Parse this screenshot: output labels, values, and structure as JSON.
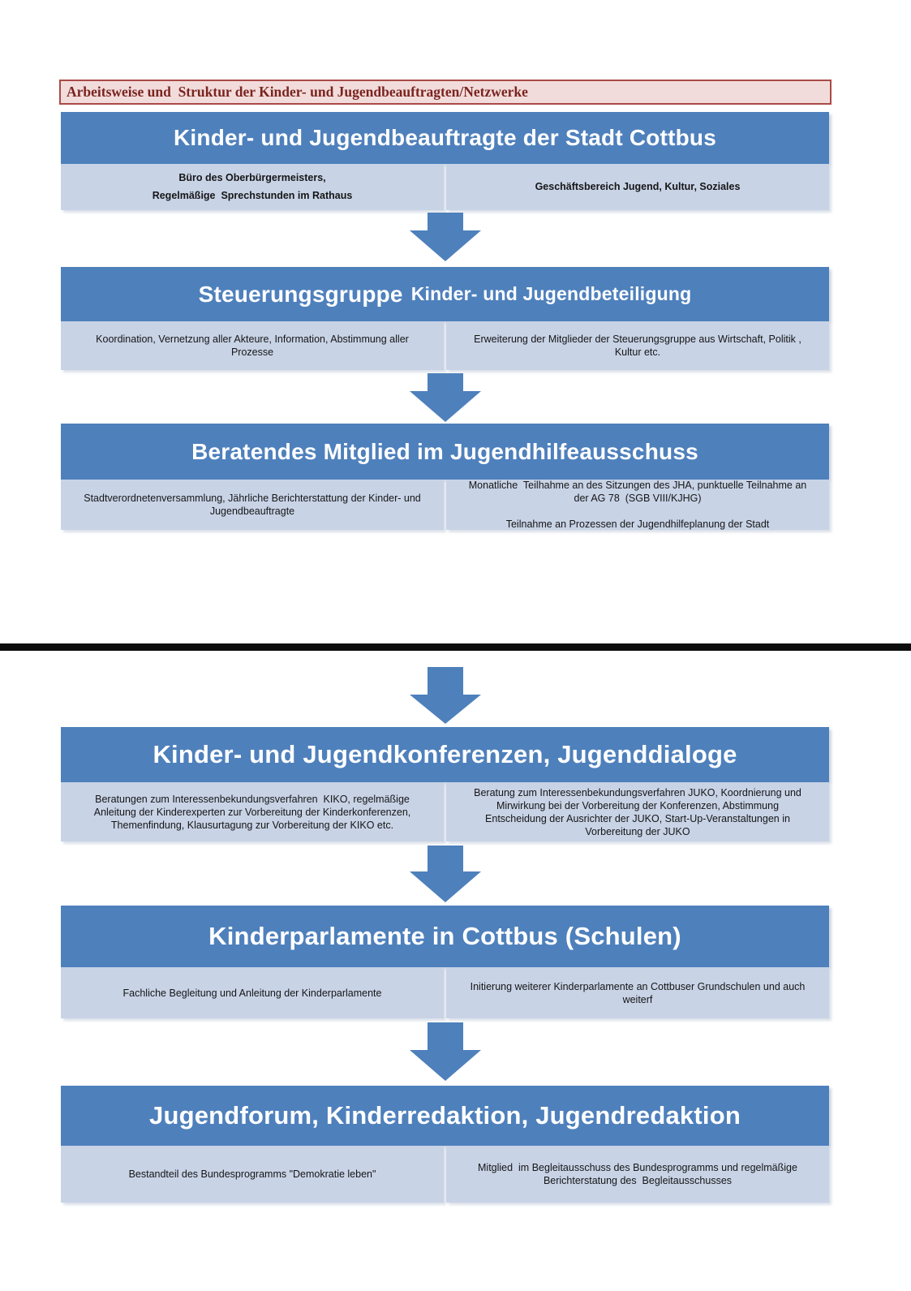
{
  "banner": {
    "title": "Arbeitsweise und  Struktur der Kinder- und Jugendbeauftragten/Netzwerke"
  },
  "colors": {
    "box_blue": "#4e80bc",
    "cell_blue": "#c8d3e6",
    "banner_bg": "#f2dcdb",
    "banner_border": "#a94a47",
    "banner_text": "#7a2420",
    "divider": "#0d0d0d"
  },
  "sections": [
    {
      "heading": "Kinder- und Jugendbeauftragte der Stadt Cottbus",
      "left": "Büro des Oberbürgermeisters,\nRegelmäßige  Sprechstunden im Rathaus",
      "right": "Geschäftsbereich Jugend, Kultur, Soziales"
    },
    {
      "heading": "Steuerungsgruppe",
      "heading_small": "Kinder- und Jugendbeteiligung",
      "left": "Koordination, Vernetzung aller Akteure, Information, Abstimmung aller\nProzesse",
      "right": "Erweiterung der Mitglieder der Steuerungsgruppe aus Wirtschaft, Politik ,\nKultur etc."
    },
    {
      "heading": "Beratendes Mitglied im Jugendhilfeausschuss",
      "left": "Stadtverordnetenversammlung, Jährliche Berichterstattung der Kinder- und\nJugendbeauftragte",
      "right": "Monatliche  Teilhahme an des Sitzungen des JHA, punktuelle Teilnahme an\nder AG 78  (SGB VIII/KJHG)\n\nTeilnahme an Prozessen der Jugendhilfeplanung der Stadt"
    },
    {
      "heading": "Kinder- und Jugendkonferenzen, Jugenddialoge",
      "left": "Beratungen zum Interessenbekundungsverfahren  KIKO, regelmäßige\nAnleitung der Kinderexperten zur Vorbereitung der Kinderkonferenzen,\nThemenfindung, Klausurtagung zur Vorbereitung der KIKO etc.",
      "right": "Beratung zum Interessenbekundungsverfahren JUKO, Koordnierung und\nMirwirkung bei der Vorbereitung der Konferenzen, Abstimmung\nEntscheidung der Ausrichter der JUKO, Start-Up-Veranstaltungen in\nVorbereitung der JUKO"
    },
    {
      "heading": "Kinderparlamente in Cottbus (Schulen)",
      "left": "Fachliche Begleitung und Anleitung der Kinderparlamente",
      "right": "Initierung weiterer Kinderparlamente an Cottbuser Grundschulen und auch\nweiterf"
    },
    {
      "heading": "Jugendforum, Kinderredaktion, Jugendredaktion",
      "left": "Bestandteil des Bundesprogramms \"Demokratie leben\"",
      "right": "Mitglied  im Begleitausschuss des Bundesprogramms und regelmäßige\nBerichterstatung des  Begleitausschusses"
    }
  ]
}
